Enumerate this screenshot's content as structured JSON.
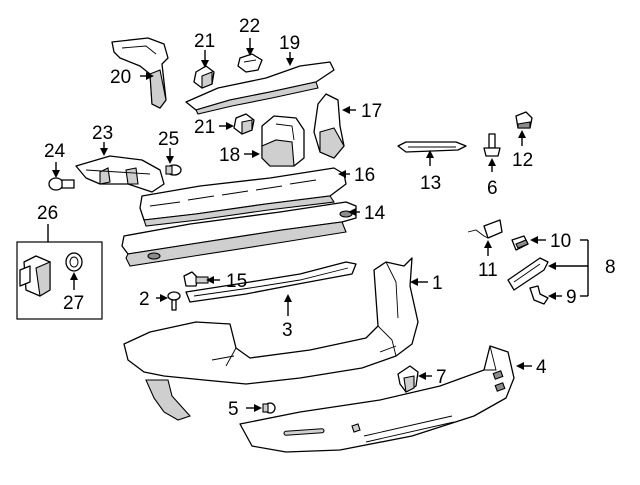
{
  "callouts": [
    {
      "id": "c1",
      "label": "1"
    },
    {
      "id": "c2",
      "label": "2"
    },
    {
      "id": "c3",
      "label": "3"
    },
    {
      "id": "c4",
      "label": "4"
    },
    {
      "id": "c5",
      "label": "5"
    },
    {
      "id": "c6",
      "label": "6"
    },
    {
      "id": "c7",
      "label": "7"
    },
    {
      "id": "c8",
      "label": "8"
    },
    {
      "id": "c9",
      "label": "9"
    },
    {
      "id": "c10",
      "label": "10"
    },
    {
      "id": "c11",
      "label": "11"
    },
    {
      "id": "c12",
      "label": "12"
    },
    {
      "id": "c13",
      "label": "13"
    },
    {
      "id": "c14",
      "label": "14"
    },
    {
      "id": "c15",
      "label": "15"
    },
    {
      "id": "c16",
      "label": "16"
    },
    {
      "id": "c17",
      "label": "17"
    },
    {
      "id": "c18",
      "label": "18"
    },
    {
      "id": "c19",
      "label": "19"
    },
    {
      "id": "c20",
      "label": "20"
    },
    {
      "id": "c21a",
      "label": "21"
    },
    {
      "id": "c21b",
      "label": "21"
    },
    {
      "id": "c22",
      "label": "22"
    },
    {
      "id": "c23",
      "label": "23"
    },
    {
      "id": "c24",
      "label": "24"
    },
    {
      "id": "c25",
      "label": "25"
    },
    {
      "id": "c26",
      "label": "26"
    },
    {
      "id": "c27",
      "label": "27"
    }
  ]
}
